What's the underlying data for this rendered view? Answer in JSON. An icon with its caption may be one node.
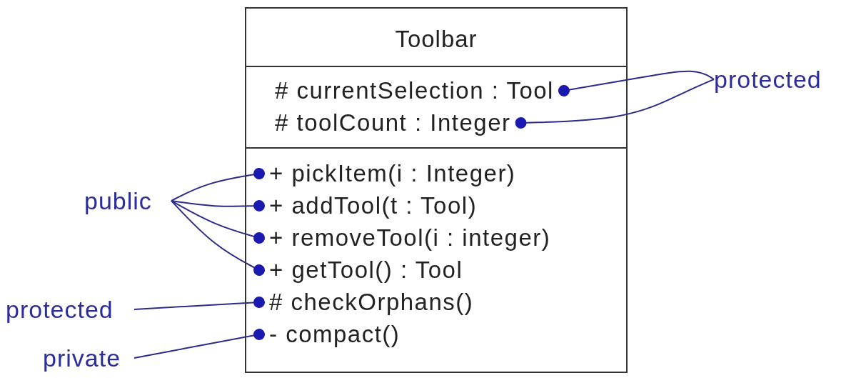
{
  "diagram": {
    "nodes": [
      {
        "text": [
          "Toolbar"
        ]
      },
      {
        "text": [
          "# currentSelection : Tool"
        ],
        "in": 0
      },
      {
        "text": [
          "# toolCount : Integer"
        ],
        "in": 0
      },
      {
        "text": [
          "+ pickItem(i : Integer)"
        ],
        "in": 0
      },
      {
        "text": [
          "+ addTool(t : Tool)"
        ],
        "in": 0
      },
      {
        "text": [
          "+ removeTool(i : integer)"
        ],
        "in": 0
      },
      {
        "text": [
          "+ getTool() : Tool"
        ],
        "in": 0
      },
      {
        "text": [
          "# checkOrphans()"
        ],
        "in": 0
      },
      {
        "text": [
          "- compact()"
        ],
        "in": 0
      },
      {
        "text": [
          "protected"
        ]
      },
      {
        "text": [
          "public"
        ]
      },
      {
        "text": [
          "protected"
        ]
      },
      {
        "text": [
          "private"
        ]
      }
    ],
    "edges": [
      {
        "from": 9,
        "to": 1,
        "arrow": "other"
      },
      {
        "from": 9,
        "to": 2,
        "arrow": "other"
      },
      {
        "from": 10,
        "to": 3,
        "arrow": "other"
      },
      {
        "from": 10,
        "to": 4,
        "arrow": "other"
      },
      {
        "from": 10,
        "to": 5,
        "arrow": "other"
      },
      {
        "from": 10,
        "to": 6,
        "arrow": "other"
      },
      {
        "from": 11,
        "to": 7,
        "arrow": "other"
      },
      {
        "from": 12,
        "to": 8,
        "arrow": "other"
      }
    ]
  }
}
